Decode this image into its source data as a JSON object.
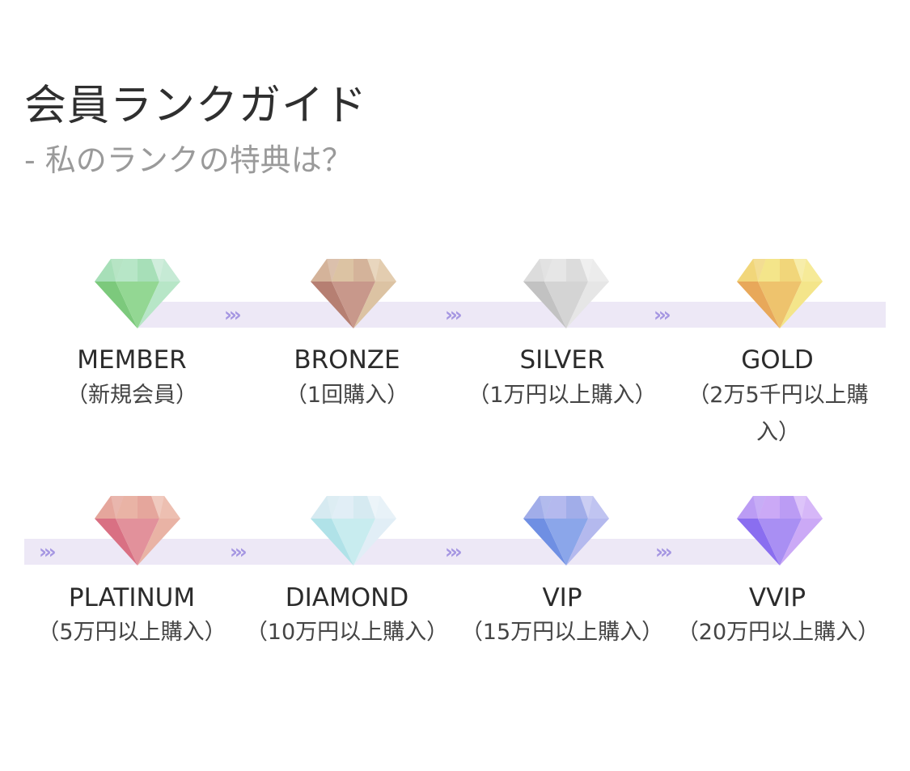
{
  "header": {
    "title": "会員ランクガイド",
    "subtitle": "- 私のランクの特典は？"
  },
  "separator_glyph": "›››",
  "ranks": [
    {
      "name": "MEMBER",
      "requirement": "（新規会員）",
      "colors": {
        "a": "#93d793",
        "b": "#7cc97c",
        "c": "#b7e6c7",
        "d": "#a7dfb8",
        "e": "#c6ead5"
      }
    },
    {
      "name": "BRONZE",
      "requirement": "（1回購入）",
      "colors": {
        "a": "#c8988b",
        "b": "#b67f72",
        "c": "#dcc3a3",
        "d": "#d4b39a",
        "e": "#e3cdb0"
      }
    },
    {
      "name": "SILVER",
      "requirement": "（1万円以上購入）",
      "colors": {
        "a": "#d4d4d4",
        "b": "#c2c2c2",
        "c": "#e6e6e6",
        "d": "#dcdcdc",
        "e": "#ececec"
      }
    },
    {
      "name": "GOLD",
      "requirement": "（2万5千円以上購入）",
      "colors": {
        "a": "#eec36d",
        "b": "#e8a85a",
        "c": "#f4e58a",
        "d": "#f1d67a",
        "e": "#f6ea98"
      }
    },
    {
      "name": "PLATINUM",
      "requirement": "（5万円以上購入）",
      "colors": {
        "a": "#e2919b",
        "b": "#d97083",
        "c": "#e9b3a5",
        "d": "#e5a69c",
        "e": "#edbfb1"
      }
    },
    {
      "name": "DIAMOND",
      "requirement": "（10万円以上購入）",
      "colors": {
        "a": "#c8ecef",
        "b": "#b0e2e8",
        "c": "#e1eef6",
        "d": "#d6eaf1",
        "e": "#e8f2f8"
      }
    },
    {
      "name": "VIP",
      "requirement": "（15万円以上購入）",
      "colors": {
        "a": "#8ba6ea",
        "b": "#6f8fe3",
        "c": "#b4b9ee",
        "d": "#a1ade9",
        "e": "#c0c4f1"
      }
    },
    {
      "name": "VVIP",
      "requirement": "（20万円以上購入）",
      "colors": {
        "a": "#a98ff3",
        "b": "#8a6ef0",
        "c": "#cba9f6",
        "d": "#bb9cf4",
        "e": "#d6b7f8"
      }
    }
  ]
}
